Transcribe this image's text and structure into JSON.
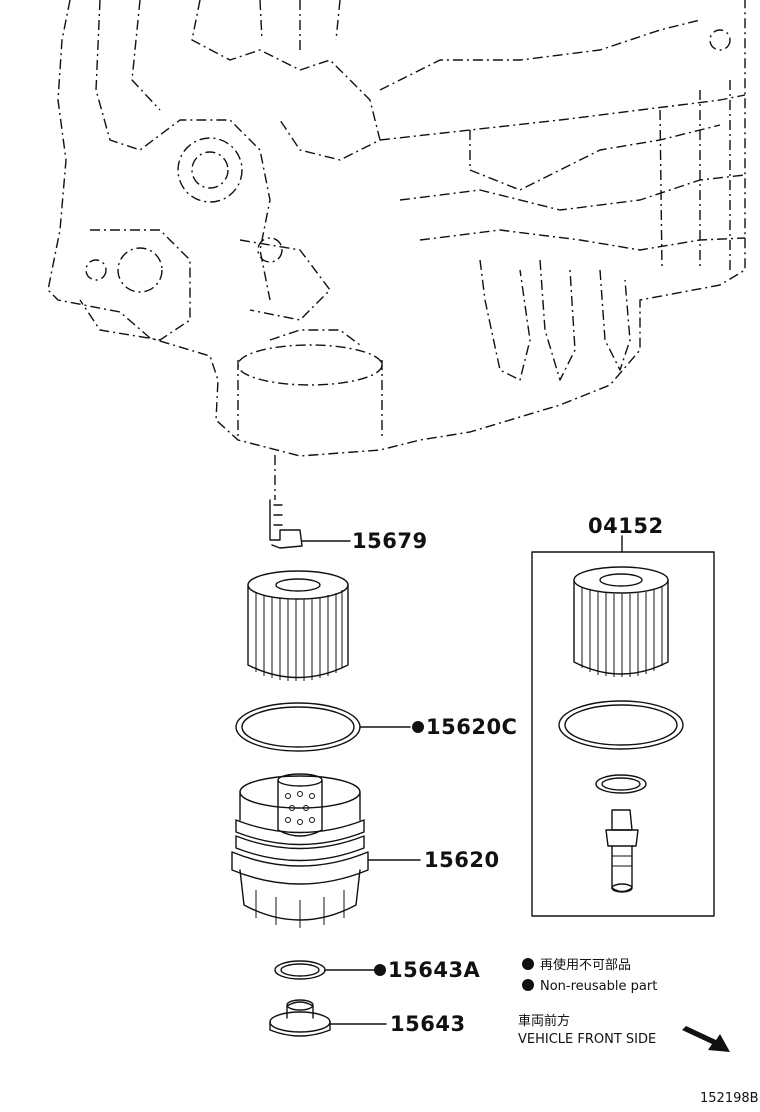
{
  "diagram": {
    "callouts": {
      "p15679": "15679",
      "p04152": "04152",
      "p15620C": "15620C",
      "p15620": "15620",
      "p15643A": "15643A",
      "p15643": "15643"
    },
    "legend": {
      "nonreusable_jp": "再使用不可部品",
      "nonreusable_en": "Non-reusable part",
      "front_jp": "車両前方",
      "front_en": "VEHICLE FRONT SIDE"
    },
    "figure_id": "152198B"
  }
}
